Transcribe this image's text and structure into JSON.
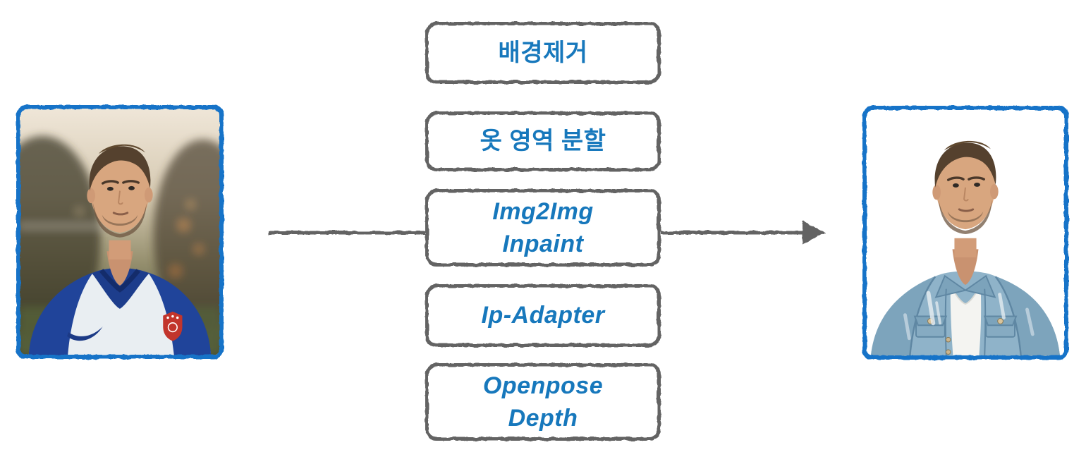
{
  "diagram": {
    "pipeline_boxes": [
      {
        "line1": "배경제거"
      },
      {
        "line1": "옷 영역 분할"
      },
      {
        "line1": "Img2Img",
        "line2": "Inpaint"
      },
      {
        "line1": "Ip-Adapter"
      },
      {
        "line1": "Openpose",
        "line2": "Depth"
      }
    ],
    "input_image": {
      "description": "Man in blue and white soccer jersey, blurred outdoor background"
    },
    "output_image": {
      "description": "Same man wearing light denim jacket over white t-shirt, background removed"
    },
    "colors": {
      "accent_blue": "#1778BC",
      "frame_blue": "#1573C8",
      "sketch_gray": "#636363",
      "bg": "#FFFFFF"
    }
  }
}
